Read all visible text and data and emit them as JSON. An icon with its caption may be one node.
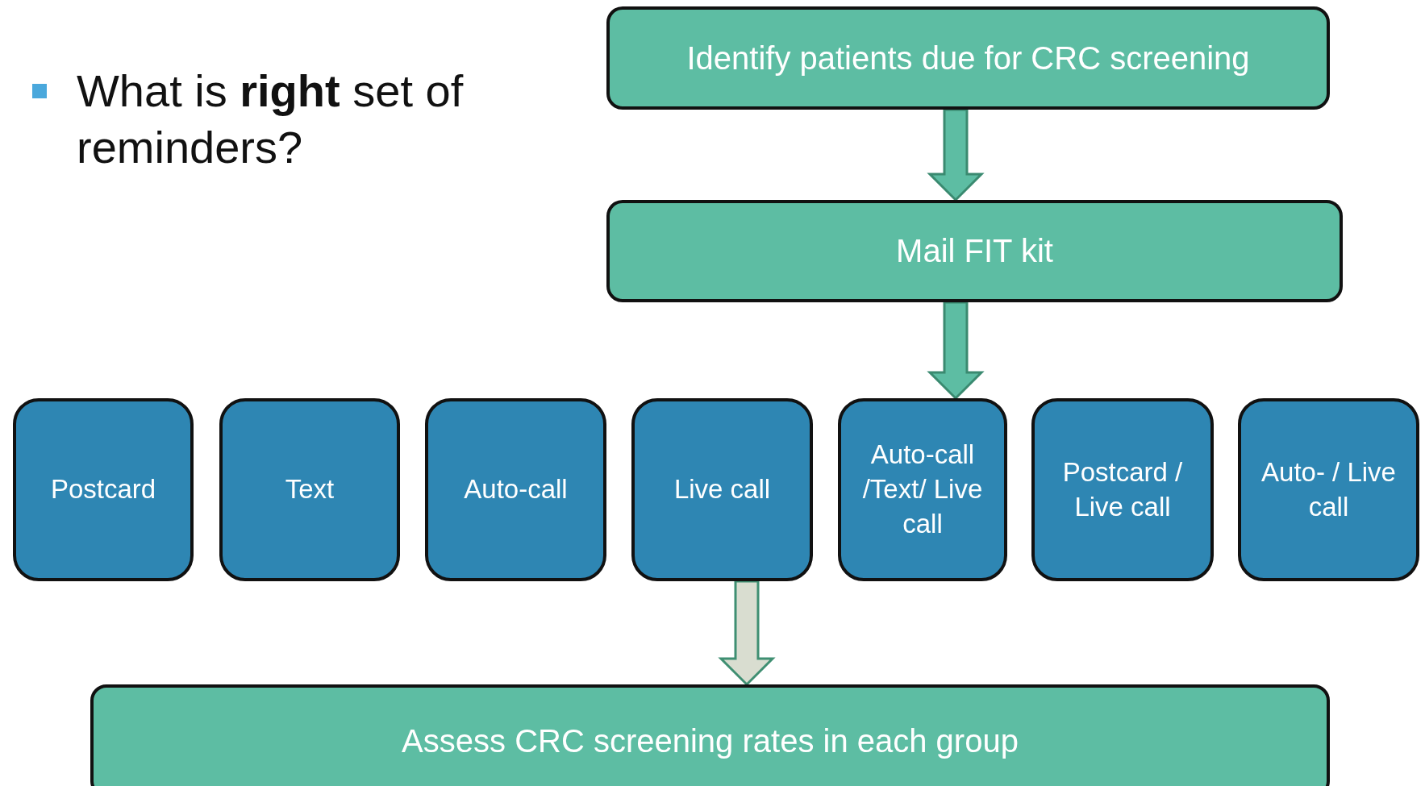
{
  "diagram": {
    "nodes": [
      {
        "text": [
          "Identify patients due for CRC screening"
        ]
      },
      {
        "text": [
          "Mail FIT kit"
        ]
      },
      {
        "text": [
          "Postcard"
        ]
      },
      {
        "text": [
          "Text"
        ]
      },
      {
        "text": [
          "Auto-call"
        ]
      },
      {
        "text": [
          "Live call"
        ]
      },
      {
        "text": [
          "Auto-call /Text/ Live call"
        ]
      },
      {
        "text": [
          "Postcard / Live call"
        ]
      },
      {
        "text": [
          "Auto- / Live call"
        ]
      },
      {
        "text": [
          "Assess CRC screening rates in each group"
        ]
      }
    ],
    "edges": [
      {
        "from": 0,
        "to": 1,
        "arrow": "to"
      },
      {
        "from": 1,
        "to": 6,
        "arrow": "to"
      },
      {
        "from": 5,
        "to": 9,
        "arrow": "to",
        "color": "#d9ddd0"
      }
    ],
    "labels": [
      "What is **right** set of reminders?"
    ]
  }
}
